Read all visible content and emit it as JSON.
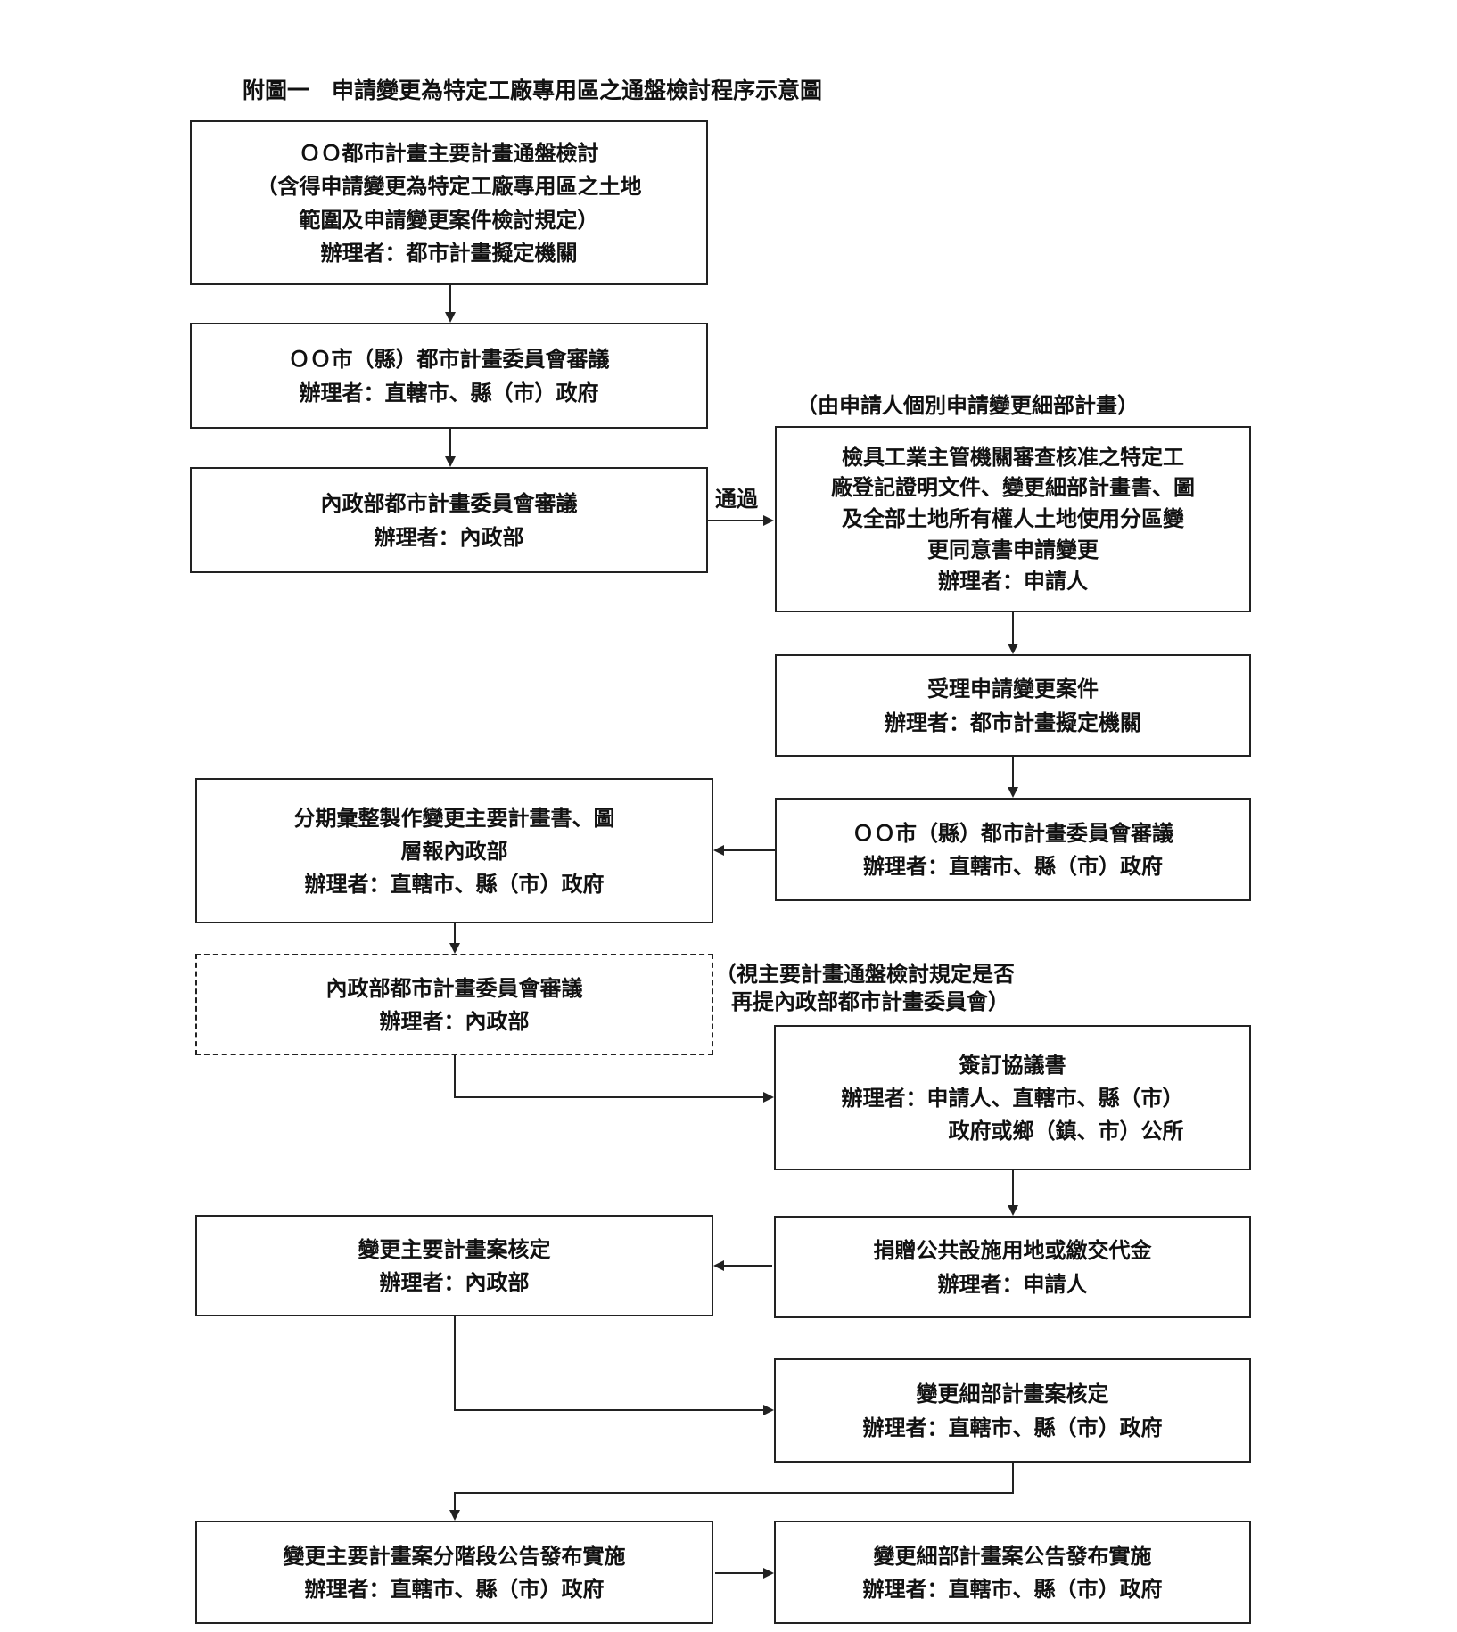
{
  "title": "附圖一　申請變更為特定工廠專用區之通盤檢討程序示意圖",
  "boxes": {
    "b1": {
      "lines": [
        "ＯＯ都市計畫主要計畫通盤檢討",
        "（含得申請變更為特定工廠專用區之土地",
        "範圍及申請變更案件檢討規定）"
      ],
      "handler": "辦理者：都市計畫擬定機關"
    },
    "b2": {
      "lines": [
        "ＯＯ市（縣）都市計畫委員會審議"
      ],
      "handler": "辦理者：直轄市、縣（市）政府"
    },
    "b3": {
      "lines": [
        "內政部都市計畫委員會審議"
      ],
      "handler": "辦理者：內政部"
    },
    "b4": {
      "lines": [
        "檢具工業主管機關審查核准之特定工",
        "廠登記證明文件、變更細部計畫書、圖",
        "及全部土地所有權人土地使用分區變",
        "更同意書申請變更"
      ],
      "handler": "辦理者：申請人"
    },
    "b5": {
      "lines": [
        "受理申請變更案件"
      ],
      "handler": "辦理者：都市計畫擬定機關"
    },
    "b6": {
      "lines": [
        "ＯＯ市（縣）都市計畫委員會審議"
      ],
      "handler": "辦理者：直轄市、縣（市）政府"
    },
    "b7": {
      "lines": [
        "分期彙整製作變更主要計畫書、圖",
        "層報內政部"
      ],
      "handler": "辦理者：直轄市、縣（市）政府"
    },
    "b8": {
      "lines": [
        "內政部都市計畫委員會審議"
      ],
      "handler": "辦理者：內政部"
    },
    "b9": {
      "lines": [
        "簽訂協議書"
      ],
      "handler": "辦理者：申請人、直轄市、縣（市）",
      "handler2": "政府或鄉（鎮、市）公所"
    },
    "b10": {
      "lines": [
        "捐贈公共設施用地或繳交代金"
      ],
      "handler": "辦理者：申請人"
    },
    "b11": {
      "lines": [
        "變更主要計畫案核定"
      ],
      "handler": "辦理者：內政部"
    },
    "b12": {
      "lines": [
        "變更細部計畫案核定"
      ],
      "handler": "辦理者：直轄市、縣（市）政府"
    },
    "b13": {
      "lines": [
        "變更主要計畫案分階段公告發布實施"
      ],
      "handler": "辦理者：直轄市、縣（市）政府"
    },
    "b14": {
      "lines": [
        "變更細部計畫案公告發布實施"
      ],
      "handler": "辦理者：直轄市、縣（市）政府"
    }
  },
  "notes": {
    "individual": "（由申請人個別申請變更細部計畫）",
    "pass": "通過",
    "conditional_1": "（視主要計畫通盤檢討規定是否",
    "conditional_2": "再提內政部都市計畫委員會）"
  }
}
